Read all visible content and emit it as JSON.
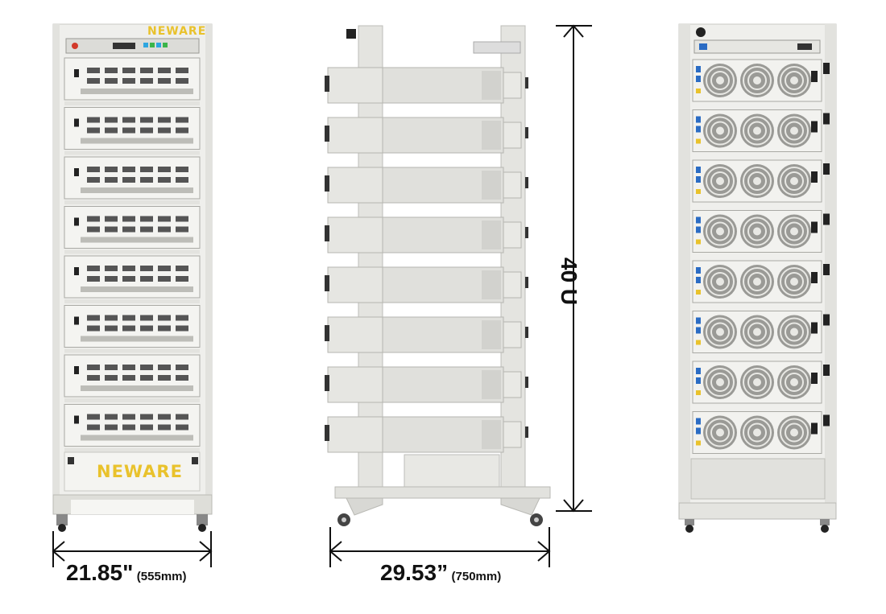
{
  "front_cabinet": {
    "brand_top": "NEWARE",
    "brand_bottom": "NEWARE",
    "brand_color": "#e9c22c",
    "unit_count": 8
  },
  "side_cabinet": {
    "unit_count": 8
  },
  "rear_cabinet": {
    "unit_count": 8,
    "fans_per_unit": 3
  },
  "dimensions": {
    "width_inch": "21.85\"",
    "width_mm": "(555mm)",
    "depth_inch": "29.53”",
    "depth_mm": "(750mm)",
    "height_units": "40 U"
  },
  "colors": {
    "cabinet": "#e9e9e6",
    "frame": "#d8d8d4",
    "dim_line": "#111111"
  }
}
